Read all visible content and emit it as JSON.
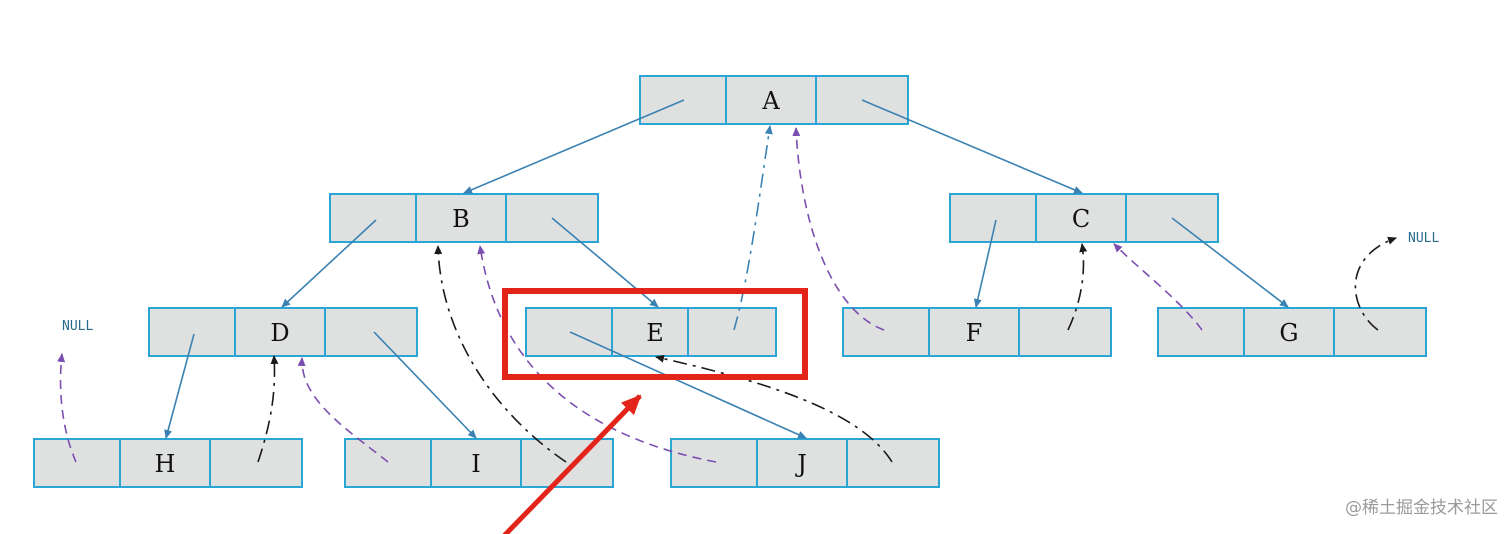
{
  "nodes": [
    {
      "id": "A",
      "label": "A"
    },
    {
      "id": "B",
      "label": "B"
    },
    {
      "id": "C",
      "label": "C"
    },
    {
      "id": "D",
      "label": "D"
    },
    {
      "id": "E",
      "label": "E"
    },
    {
      "id": "F",
      "label": "F"
    },
    {
      "id": "G",
      "label": "G"
    },
    {
      "id": "H",
      "label": "H"
    },
    {
      "id": "I",
      "label": "I"
    },
    {
      "id": "J",
      "label": "J"
    }
  ],
  "null_labels": {
    "left": "NULL",
    "right": "NULL"
  },
  "watermark": "@稀土掘金技术社区",
  "colors": {
    "cell_fill": "#dfe1e1",
    "cell_border": "#2aa6d6",
    "child_link": "#3b82b2",
    "thread_black": "#1a1a1a",
    "thread_purple": "#7b4fb0",
    "highlight": "#e3241b"
  }
}
